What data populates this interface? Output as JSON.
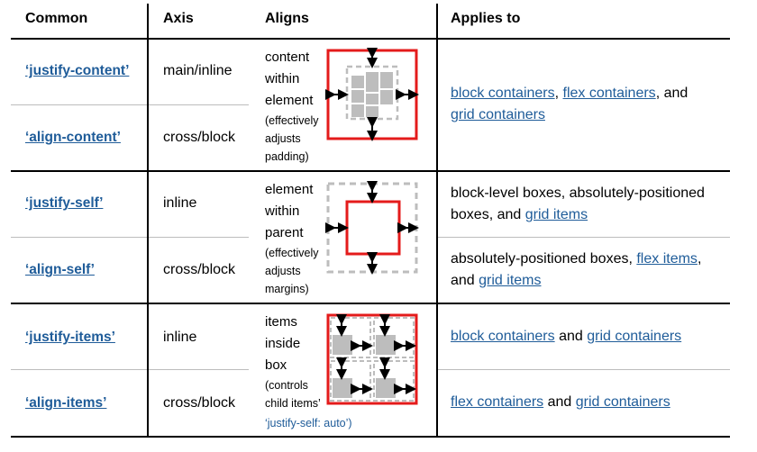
{
  "headers": {
    "common": "Common",
    "axis": "Axis",
    "aligns": "Aligns",
    "applies": "Applies to"
  },
  "groups": [
    {
      "props": [
        {
          "name": "‘justify-content’",
          "axis": "main/inline"
        },
        {
          "name": "‘align-content’",
          "axis": "cross/block"
        }
      ],
      "aligns": {
        "lines": [
          "content",
          "within",
          "element"
        ],
        "note": [
          "(effectively",
          "adjusts",
          "padding)"
        ]
      },
      "applies": [
        {
          "before": "",
          "links": [
            "block containers",
            "flex containers"
          ],
          "sep": ", ",
          "joiner": ", and ",
          "last": "grid containers"
        }
      ]
    },
    {
      "props": [
        {
          "name": "‘justify-self’",
          "axis": "inline"
        },
        {
          "name": "‘align-self’",
          "axis": "cross/block"
        }
      ],
      "aligns": {
        "lines": [
          "element",
          "within",
          "parent"
        ],
        "note": [
          "(effectively",
          "adjusts",
          "margins)"
        ]
      },
      "applies_a": {
        "text1": "block-level boxes, absolutely-positioned",
        "text2": "boxes, and ",
        "link": "grid items"
      },
      "applies_b": {
        "text1": "absolutely-positioned boxes, ",
        "link1": "flex items",
        ",": ",",
        "text2": "and ",
        "link2": "grid items"
      }
    },
    {
      "props": [
        {
          "name": "‘justify-items’",
          "axis": "inline"
        },
        {
          "name": "‘align-items’",
          "axis": "cross/block"
        }
      ],
      "aligns": {
        "lines": [
          "items",
          "inside",
          "box"
        ],
        "note": [
          "(controls",
          "child items’"
        ],
        "code": "‘justify-self: auto’)"
      },
      "applies_a": {
        "link1": "block containers",
        "mid": " and ",
        "link2": "grid containers"
      },
      "applies_b": {
        "link1": "flex containers",
        "mid": " and ",
        "link2": "grid containers"
      }
    }
  ]
}
